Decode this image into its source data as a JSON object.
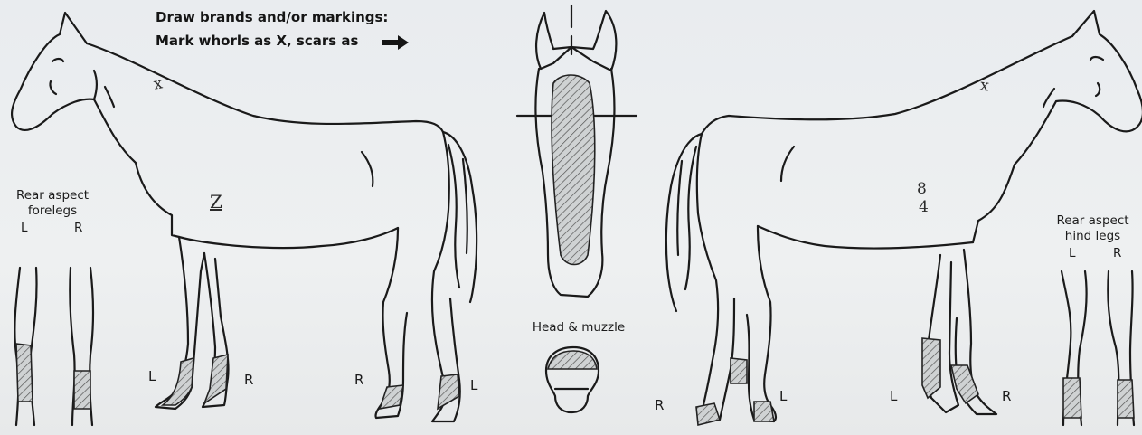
{
  "instructions": {
    "line1": "Draw brands and/or markings:",
    "line2": "Mark whorls as X, scars as"
  },
  "left_panel": {
    "title_line1": "Rear aspect",
    "title_line2": "forelegs",
    "leg_left": "L",
    "leg_right": "R"
  },
  "right_panel": {
    "title_line1": "Rear aspect",
    "title_line2": "hind legs",
    "leg_left": "L",
    "leg_right": "R"
  },
  "center_panel": {
    "head_label": "Head & muzzle"
  },
  "left_horse": {
    "fore_left": "L",
    "fore_right": "R",
    "hind_right": "R",
    "hind_left": "L"
  },
  "right_horse": {
    "hind_right": "R",
    "fore_left": "L",
    "hind_left": "L",
    "fore_right": "R"
  },
  "handwriting": {
    "left_neck_mark": "x",
    "left_shoulder_mark": "Z",
    "right_neck_mark": "x",
    "right_number_top": "8",
    "right_number_bottom": "4"
  },
  "colors": {
    "outline": "#1a1a1a",
    "hatch": "#555555",
    "paper": "#eceef0"
  }
}
